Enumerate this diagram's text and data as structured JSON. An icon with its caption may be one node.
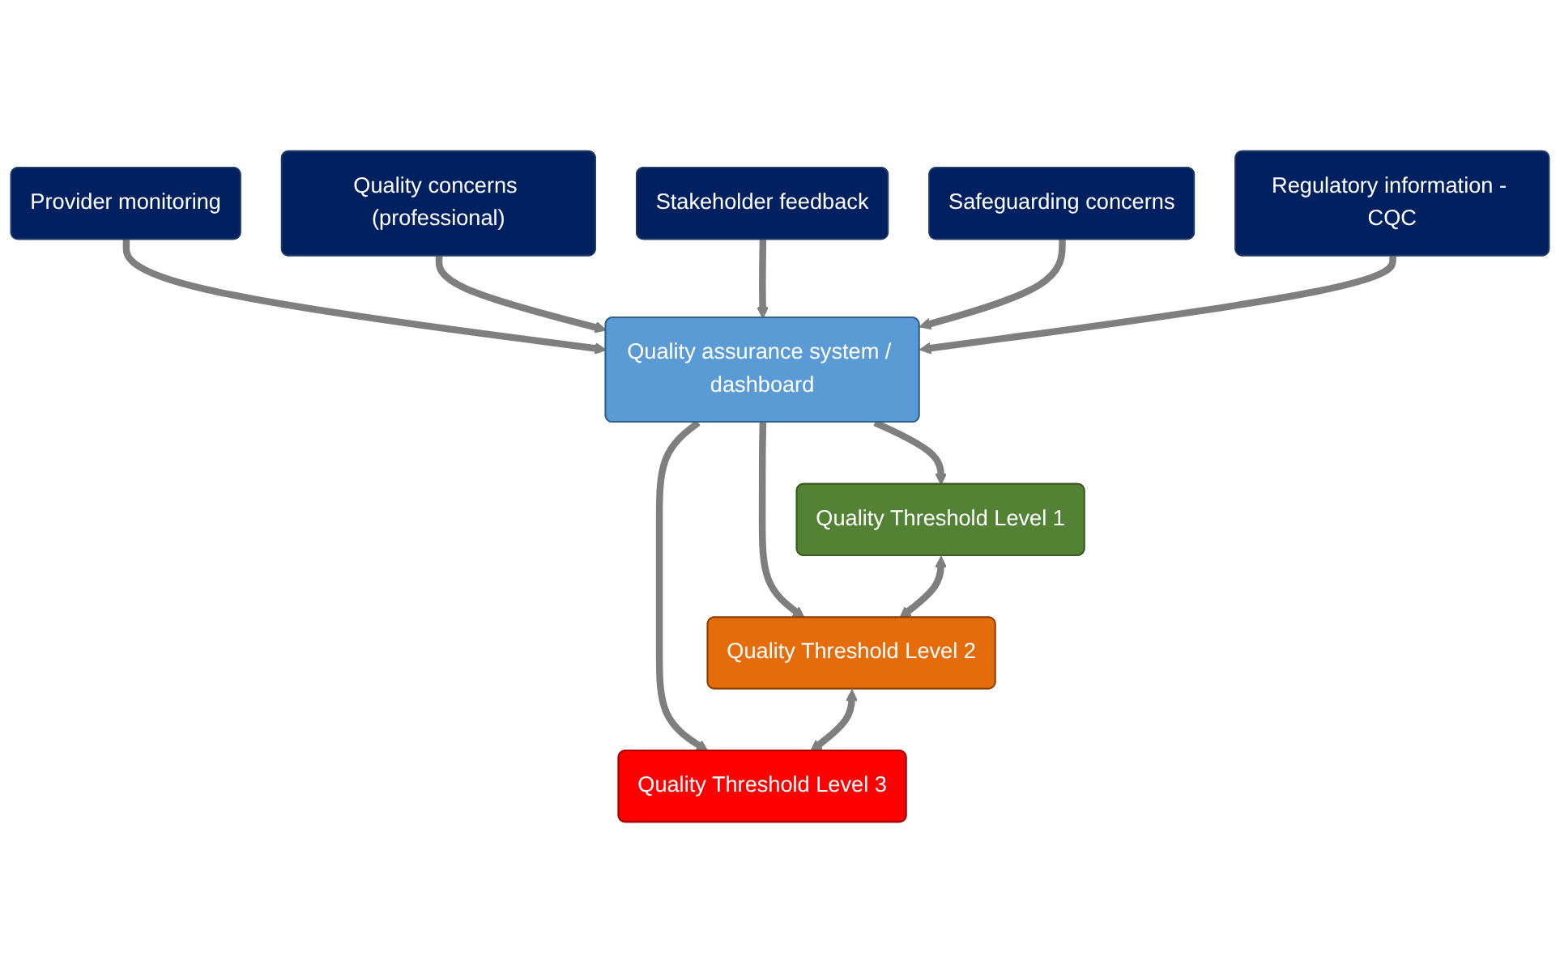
{
  "diagram": {
    "nodes": [
      {
        "text": [
          "Provider monitoring"
        ]
      },
      {
        "text": [
          "Quality concerns (professional)"
        ]
      },
      {
        "text": [
          "Stakeholder feedback"
        ]
      },
      {
        "text": [
          "Safeguarding concerns"
        ]
      },
      {
        "text": [
          "Regulatory information - CQC"
        ]
      },
      {
        "text": [
          "Quality assurance system / dashboard"
        ]
      },
      {
        "text": [
          "Quality Threshold Level 1"
        ]
      },
      {
        "text": [
          "Quality Threshold Level 2"
        ]
      },
      {
        "text": [
          "Quality Threshold Level 3"
        ]
      }
    ],
    "edges": [
      {
        "from": 0,
        "to": 5,
        "arrow": "to"
      },
      {
        "from": 1,
        "to": 5,
        "arrow": "to"
      },
      {
        "from": 2,
        "to": 5,
        "arrow": "to"
      },
      {
        "from": 3,
        "to": 5,
        "arrow": "to"
      },
      {
        "from": 4,
        "to": 5,
        "arrow": "to"
      },
      {
        "from": 5,
        "to": 6,
        "arrow": "to"
      },
      {
        "from": 5,
        "to": 7,
        "arrow": "to"
      },
      {
        "from": 5,
        "to": 8,
        "arrow": "to"
      },
      {
        "from": 6,
        "to": 7,
        "arrow": "both"
      },
      {
        "from": 7,
        "to": 8,
        "arrow": "both"
      }
    ]
  }
}
